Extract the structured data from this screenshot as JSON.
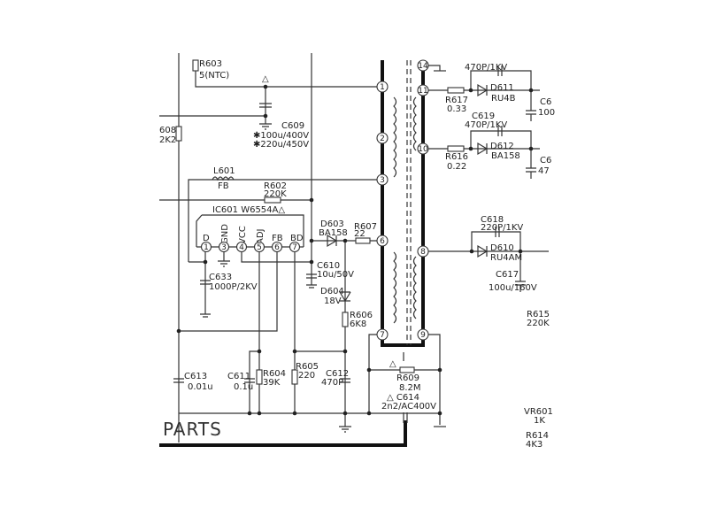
{
  "title_fragment": "PARTS",
  "components": {
    "r603": {
      "ref": "R603",
      "value": "5(NTC)"
    },
    "c609": {
      "ref": "C609",
      "value1": "✱100u/400V",
      "value2": "✱220u/450V"
    },
    "r608": {
      "ref": "608",
      "value": "2K2"
    },
    "l601": {
      "ref": "L601",
      "value": "FB"
    },
    "r602": {
      "ref": "R602",
      "value": "220K"
    },
    "ic601": {
      "ref": "IC601 W6554A△",
      "pins": [
        "D",
        "GND",
        "VCC",
        "ADJ",
        "FB",
        "BD"
      ],
      "pin_numbers": [
        "1",
        "3",
        "4",
        "5",
        "6",
        "7"
      ]
    },
    "d603": {
      "ref": "D603",
      "value": "BA158"
    },
    "r607": {
      "ref": "R607",
      "value": "22"
    },
    "c610": {
      "ref": "C610",
      "value": "10u/50V"
    },
    "c633": {
      "ref": "C633",
      "value": "1000P/2KV"
    },
    "d604": {
      "ref": "D604",
      "value": "18V"
    },
    "r606": {
      "ref": "R606",
      "value": "6K8"
    },
    "c613": {
      "ref": "C613",
      "value": "0.01u"
    },
    "c611": {
      "ref": "C611",
      "value": "0.1u"
    },
    "r604": {
      "ref": "R604",
      "value": "39K"
    },
    "r605": {
      "ref": "R605",
      "value": "220"
    },
    "c612": {
      "ref": "C612",
      "value": "470P"
    },
    "r609": {
      "ref": "R609",
      "value": "8.2M"
    },
    "c614": {
      "ref": "△ C614",
      "value": "2n2/AC400V"
    },
    "c620": {
      "value": "470P/1KV"
    },
    "r617": {
      "ref": "R617",
      "value": "0.33"
    },
    "d611": {
      "ref": "D611",
      "value": "RU4B"
    },
    "c619": {
      "ref": "C619",
      "value": "470P/1KV"
    },
    "r616": {
      "ref": "R616",
      "value": "0.22"
    },
    "d612": {
      "ref": "D612",
      "value": "BA158"
    },
    "c618": {
      "ref": "C618",
      "value": "220P/1KV"
    },
    "d610": {
      "ref": "D610",
      "value": "RU4AM"
    },
    "c617": {
      "ref": "C617",
      "value": "100u/160V"
    },
    "c_top": {
      "ref": "C6",
      "value": "100"
    },
    "c_mid": {
      "ref": "C6",
      "value": "47"
    },
    "r615": {
      "ref": "R615",
      "value": "220K"
    },
    "vr601": {
      "ref": "VR601",
      "value": "1K"
    },
    "r614": {
      "ref": "R614",
      "value": "4K3"
    }
  },
  "transformer_pins": [
    "14",
    "1",
    "11",
    "2",
    "10",
    "3",
    "6",
    "8",
    "7",
    "9"
  ],
  "warning_symbol": "△"
}
